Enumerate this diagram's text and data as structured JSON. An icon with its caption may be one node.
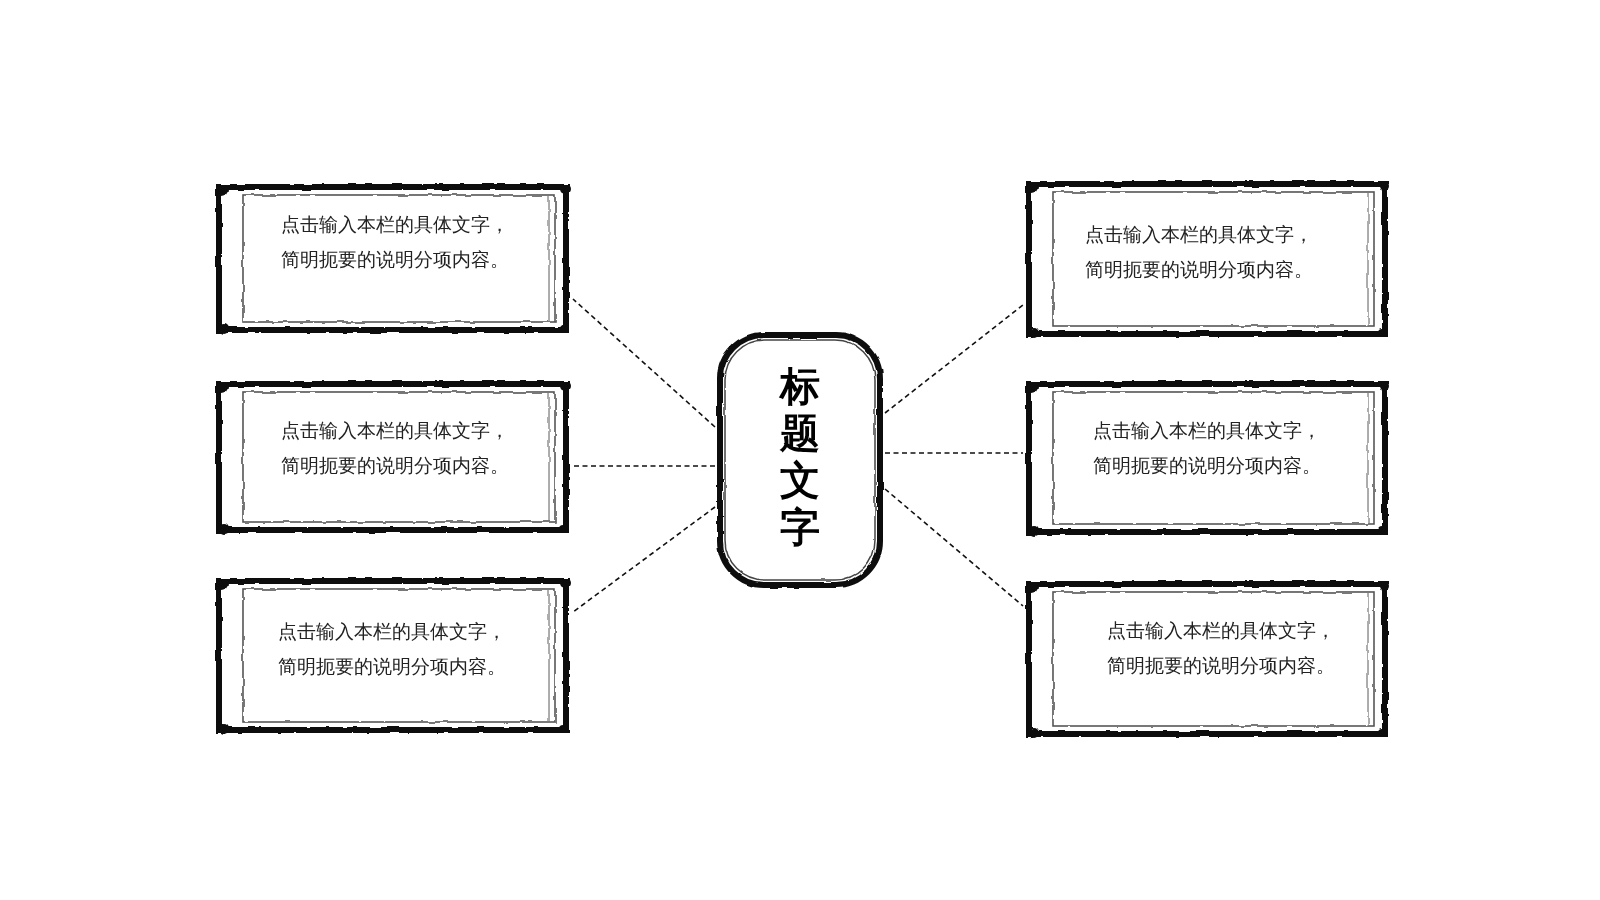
{
  "diagram": {
    "nodes": [
      {
        "text": [
          "标题文字"
        ]
      },
      {
        "text": [
          "点击输入本栏的具体文字，简明扼要的说明分项内容。"
        ]
      },
      {
        "text": [
          "点击输入本栏的具体文字，简明扼要的说明分项内容。"
        ]
      },
      {
        "text": [
          "点击输入本栏的具体文字，简明扼要的说明分项内容。"
        ]
      },
      {
        "text": [
          "点击输入本栏的具体文字，简明扼要的说明分项内容。"
        ]
      },
      {
        "text": [
          "点击输入本栏的具体文字，简明扼要的说明分项内容。"
        ]
      },
      {
        "text": [
          "点击输入本栏的具体文字，简明扼要的说明分项内容。"
        ]
      }
    ],
    "edges": [
      {
        "from": 0,
        "to": 1,
        "arrow": "none",
        "style": "dashed"
      },
      {
        "from": 0,
        "to": 2,
        "arrow": "none",
        "style": "dashed"
      },
      {
        "from": 0,
        "to": 3,
        "arrow": "none",
        "style": "dashed"
      },
      {
        "from": 0,
        "to": 4,
        "arrow": "none",
        "style": "dashed"
      },
      {
        "from": 0,
        "to": 5,
        "arrow": "none",
        "style": "dashed"
      },
      {
        "from": 0,
        "to": 6,
        "arrow": "none",
        "style": "dashed"
      }
    ]
  }
}
